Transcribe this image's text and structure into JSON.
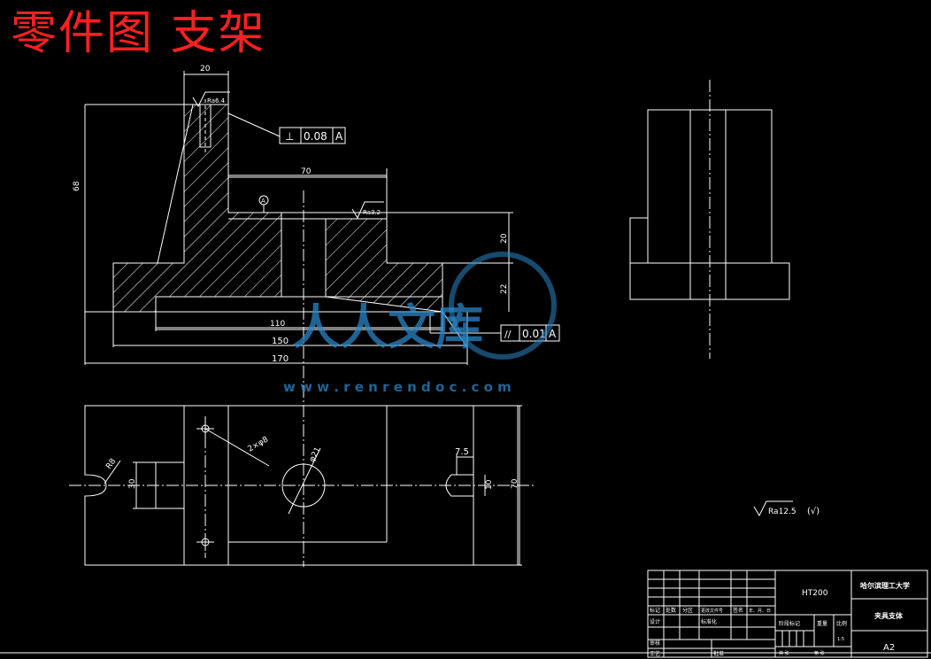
{
  "title": "零件图 支架",
  "dims": {
    "d20_top": "20",
    "d68": "68",
    "d70": "70",
    "d20_right": "20",
    "d22": "22",
    "d110": "110",
    "d150": "150",
    "d170": "170",
    "d_r8": "R8",
    "d30": "30",
    "d_2x8": "2×φ8",
    "d_phi": "φ21",
    "d7_5": "7.5",
    "d10": "10",
    "d70_plan": "70"
  },
  "roughness": {
    "ra_top": "Ra6.4",
    "ra_mid": "Ra3.2",
    "ra_general": "Ra12.5",
    "ra_paren": "(√)"
  },
  "tolerance": {
    "perp_symbol": "⊥",
    "perp_value": "0.08",
    "perp_datum": "A",
    "par_symbol": "//",
    "par_value": "0.01",
    "par_datum": "A",
    "datum_label": "A"
  },
  "watermark": {
    "brand": "人人文库",
    "url": "w w w . r e n r e n d o c . c o m"
  },
  "title_block": {
    "material": "HT200",
    "school": "哈尔滨理工大学",
    "part_name": "夹具支体",
    "sheet_size": "A2",
    "row_labels": [
      "标记",
      "处数",
      "分区",
      "更改文件号",
      "签名",
      "年、月、日"
    ],
    "designer_row": [
      "设计",
      "",
      "",
      "标准化"
    ],
    "review": "审核",
    "process": "工艺",
    "approve": "批准",
    "stage_label": "阶段标记",
    "weight_label": "重量",
    "scale_label": "比例",
    "scale_value": "1:5",
    "sheets": "共 张",
    "sheet_no": "第 张"
  }
}
